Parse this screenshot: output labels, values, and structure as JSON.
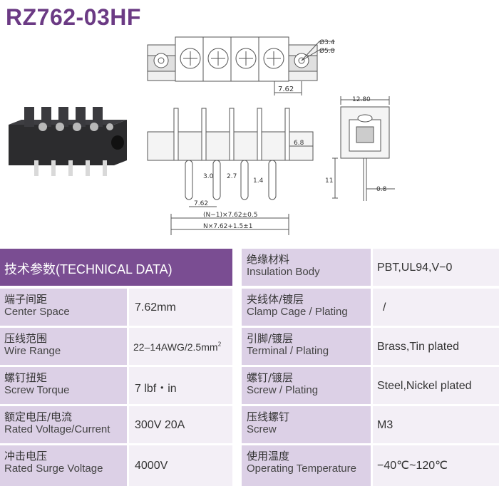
{
  "title": "RZ762-03HF",
  "dims": {
    "hole_small": "Ø3.4",
    "hole_large": "Ø5.8",
    "pitch": "7.62",
    "width_side": "12.80",
    "pin_offset": "6.8",
    "pin_3": "3.0",
    "pin_27": "2.7",
    "pin_14": "1.4",
    "pitch_bottom": "7.62",
    "formula1": "(N−1)×7.62±0.5",
    "formula2": "N×7.62+1.5±1",
    "side_11": "11",
    "side_08": "0.8"
  },
  "table": {
    "header": "技术参数(TECHNICAL DATA)",
    "left": [
      {
        "zh": "端子间距",
        "en": "Center Space",
        "value": "7.62mm"
      },
      {
        "zh": "压线范围",
        "en": "Wire Range",
        "value": "22–14AWG/2.5mm",
        "sup": "2"
      },
      {
        "zh": "螺钉扭矩",
        "en": "Screw Torque",
        "value": "7 lbf・in"
      },
      {
        "zh": "额定电压/电流",
        "en": "Rated Voltage/Current",
        "value": "300V 20A"
      },
      {
        "zh": "冲击电压",
        "en": "Rated Surge Voltage",
        "value": "4000V"
      }
    ],
    "right": [
      {
        "zh": "绝缘材料",
        "en": "Insulation Body",
        "value": "PBT,UL94,V−0"
      },
      {
        "zh": "夹线体/镀层",
        "en": "Clamp Cage / Plating",
        "value": "/"
      },
      {
        "zh": "引脚/镀层",
        "en": "Terminal / Plating",
        "value": "Brass,Tin plated"
      },
      {
        "zh": "螺钉/镀层",
        "en": "Screw / Plating",
        "value": "Steel,Nickel plated"
      },
      {
        "zh": "压线螺钉",
        "en": "Screw",
        "value": "M3"
      },
      {
        "zh": "使用温度",
        "en": "Operating Temperature",
        "value": "−40℃~120℃"
      }
    ]
  },
  "colors": {
    "header": "#7a4d92",
    "label": "#dcd0e6",
    "value": "#f3eff6",
    "title": "#6b3a84"
  }
}
